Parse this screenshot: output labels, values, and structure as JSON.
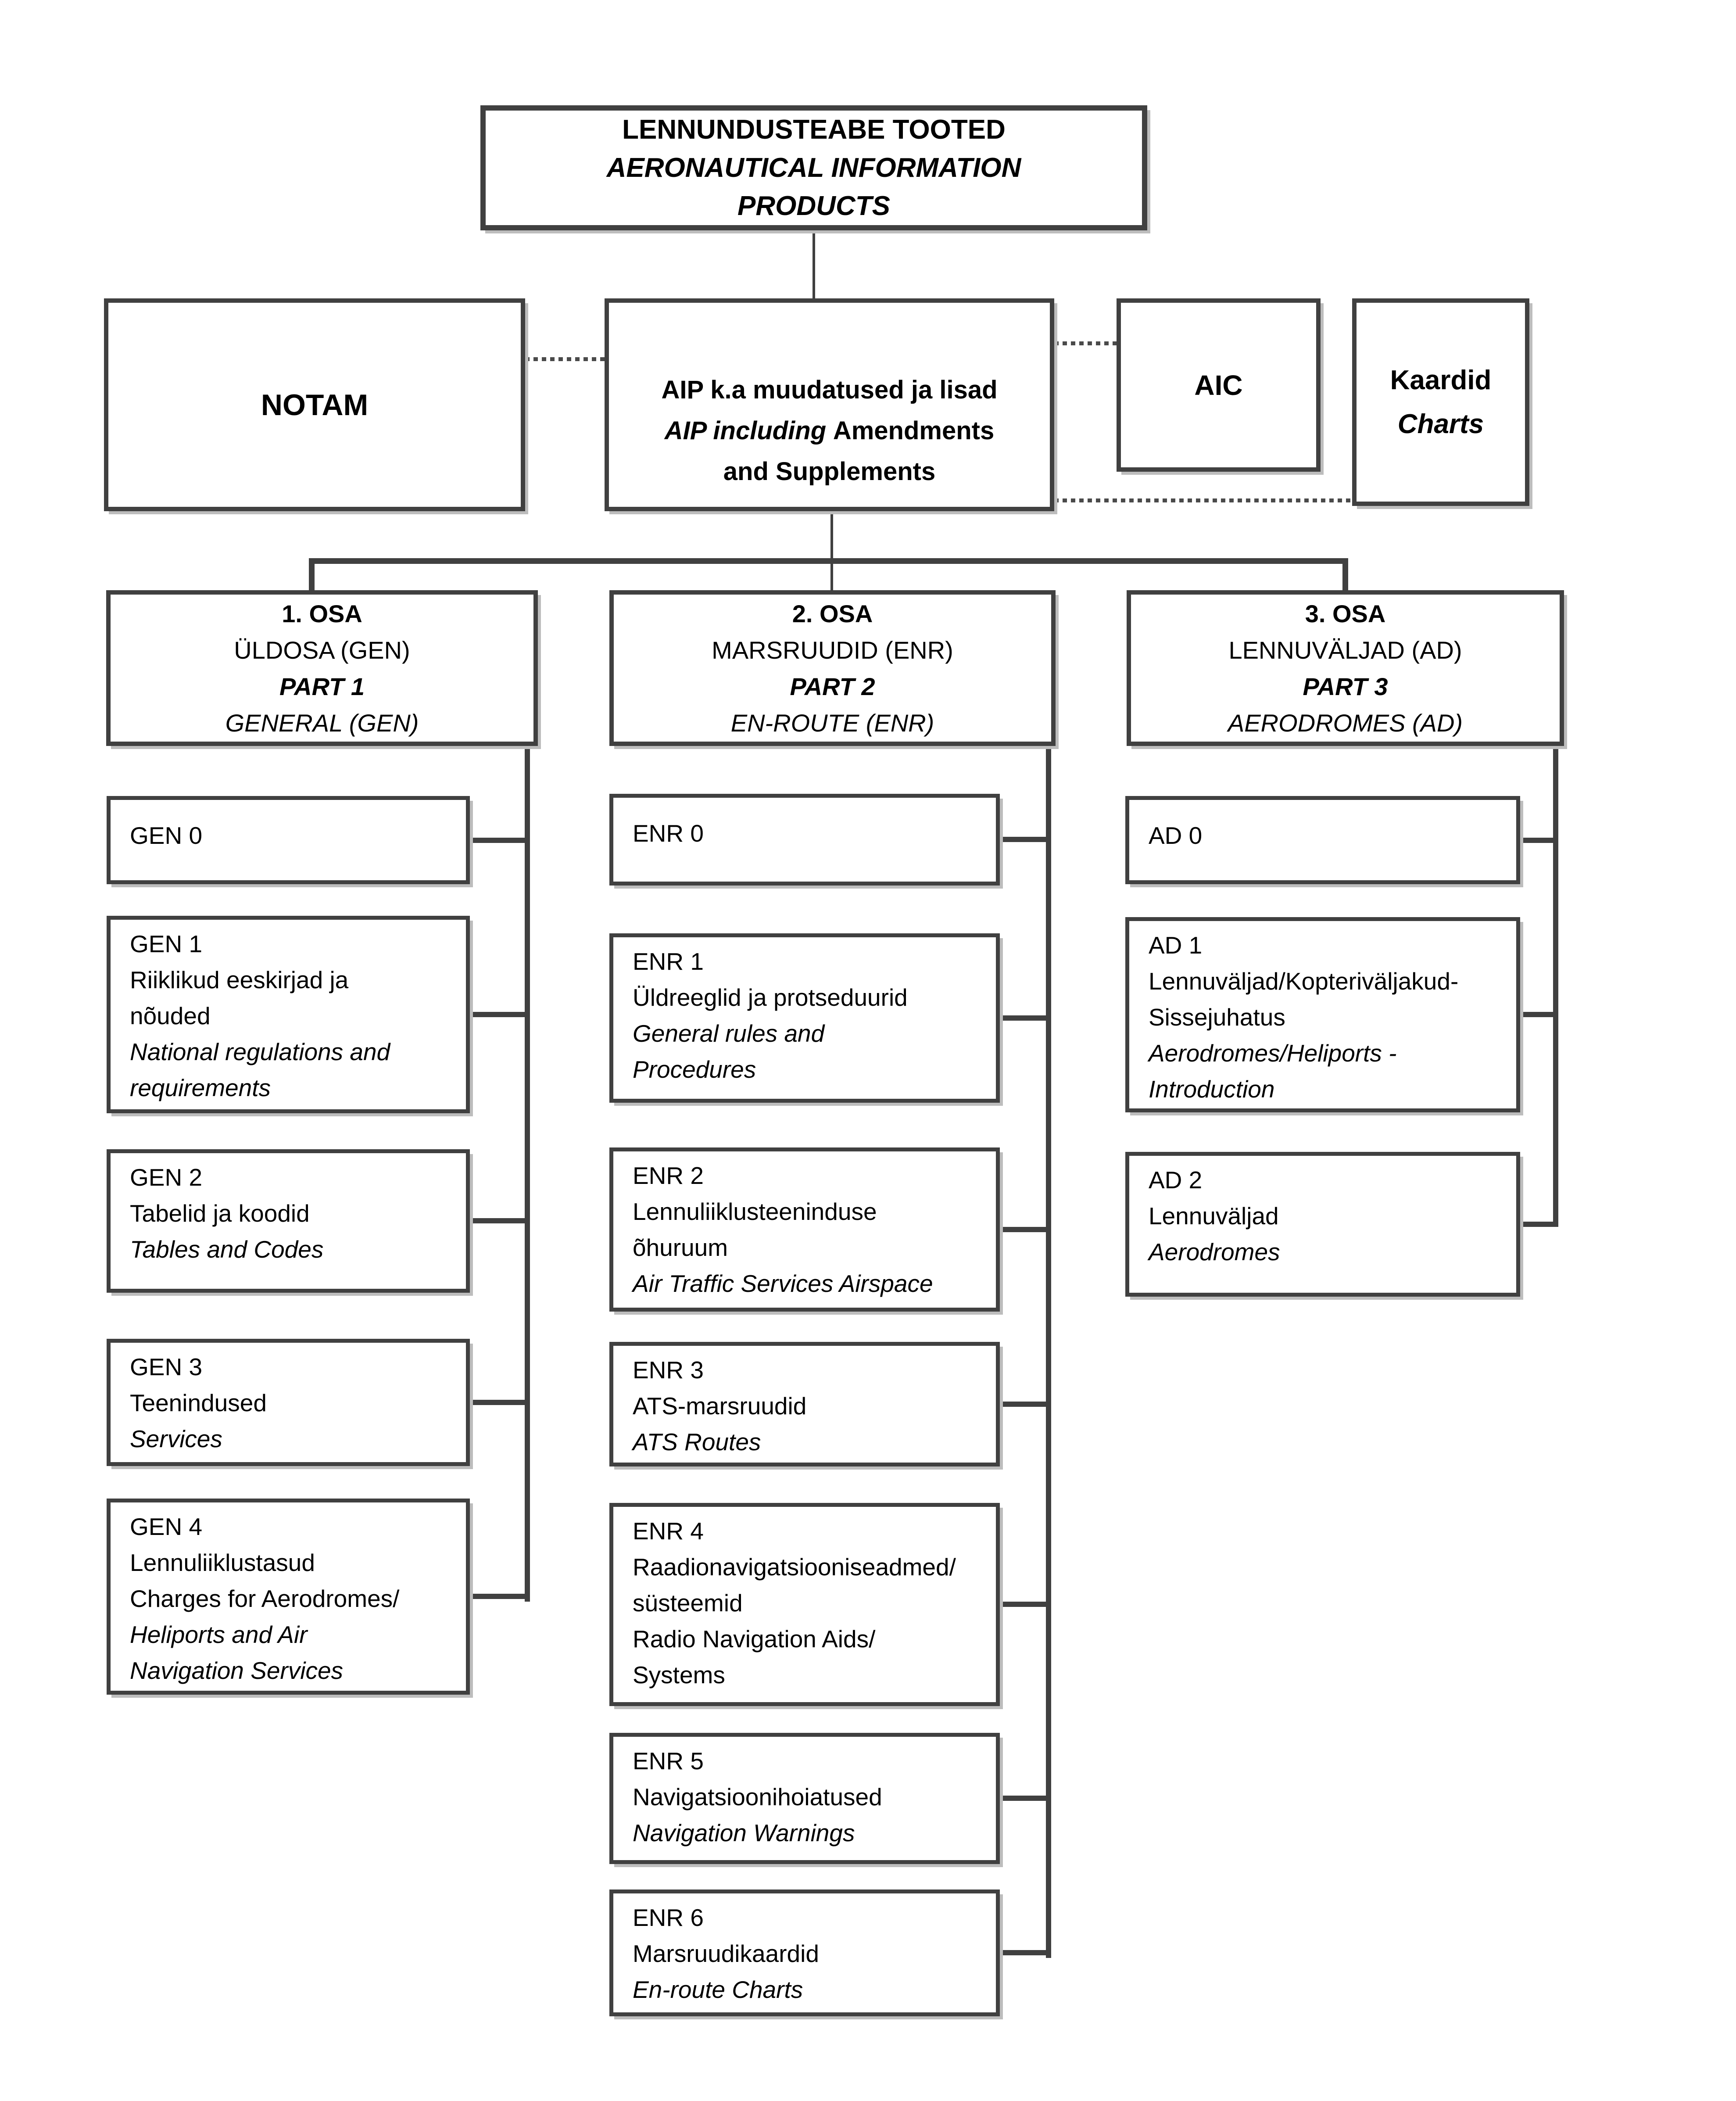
{
  "colors": {
    "line": "#404040",
    "background": "#ffffff"
  },
  "diagram": {
    "root": {
      "title_et": "LENNUNDUSTEABE TOOTED",
      "title_en_1": "AERONAUTICAL INFORMATION",
      "title_en_2": "PRODUCTS"
    },
    "notam": {
      "label": "NOTAM"
    },
    "aip": {
      "et": "AIP k.a muudatused ja lisad",
      "en_italic": "AIP including",
      "en_rest": "Amendments",
      "en_line2": "and Supplements"
    },
    "aic": {
      "label": "AIC"
    },
    "charts": {
      "et": "Kaardid",
      "en": "Charts"
    },
    "part1": {
      "osa": "1. OSA",
      "et": "ÜLDOSA (GEN)",
      "part": "PART 1",
      "en": "GENERAL (GEN)"
    },
    "part2": {
      "osa": "2. OSA",
      "et": "MARSRUUDID (ENR)",
      "part": "PART 2",
      "en": "EN-ROUTE (ENR)"
    },
    "part3": {
      "osa": "3. OSA",
      "et": "LENNUVÄLJAD (AD)",
      "part": "PART 3",
      "en": "AERODROMES (AD)"
    },
    "gen": {
      "g0": {
        "code": "GEN 0"
      },
      "g1": {
        "code": "GEN 1",
        "et1": "Riiklikud eeskirjad ja",
        "et2": "nõuded",
        "en1": "National regulations and",
        "en2": "requirements"
      },
      "g2": {
        "code": "GEN 2",
        "et1": "Tabelid ja koodid",
        "en1": "Tables and Codes"
      },
      "g3": {
        "code": "GEN 3",
        "et1": "Teenindused",
        "en1": "Services"
      },
      "g4": {
        "code": "GEN 4",
        "et1": "Lennuliiklustasud",
        "et2": "Charges for Aerodromes/",
        "en1": "Heliports and Air",
        "en2": "Navigation Services"
      }
    },
    "enr": {
      "e0": {
        "code": "ENR 0"
      },
      "e1": {
        "code": "ENR 1",
        "et1": "Üldreeglid ja protseduurid",
        "en1": "General rules and",
        "en2": "Procedures"
      },
      "e2": {
        "code": "ENR 2",
        "et1": "Lennuliiklusteeninduse",
        "et2": "õhuruum",
        "en1": "Air Traffic Services Airspace"
      },
      "e3": {
        "code": "ENR 3",
        "et1": "ATS-marsruudid",
        "en1": "ATS Routes"
      },
      "e4": {
        "code": "ENR 4",
        "et1": "Raadionavigatsiooniseadmed/",
        "et2": "süsteemid",
        "en1": "Radio Navigation Aids/",
        "en2": "Systems"
      },
      "e5": {
        "code": "ENR 5",
        "et1": "Navigatsioonihoiatused",
        "en1": "Navigation Warnings"
      },
      "e6": {
        "code": "ENR 6",
        "et1": "Marsruudikaardid",
        "en1": "En-route Charts"
      }
    },
    "ad": {
      "a0": {
        "code": "AD 0"
      },
      "a1": {
        "code": "AD 1",
        "et1": "Lennuväljad/Kopteriväljakud-",
        "et2": "Sissejuhatus",
        "en1": "Aerodromes/Heliports -",
        "en2": "Introduction"
      },
      "a2": {
        "code": "AD 2",
        "et1": "Lennuväljad",
        "en1": "Aerodromes"
      }
    }
  }
}
